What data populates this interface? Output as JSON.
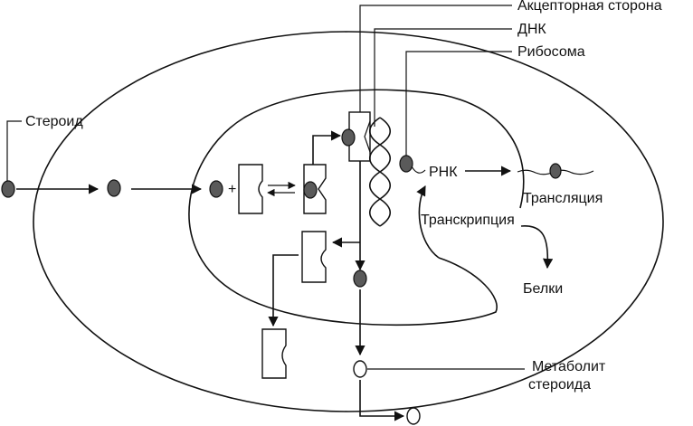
{
  "labels": {
    "acceptor_side": "Акцепторная сторона",
    "dna": "ДНК",
    "ribosome": "Рибосома",
    "steroid": "Стероид",
    "rna": "РНК",
    "translation": "Трансляция",
    "transcription": "Транскрипция",
    "proteins": "Белки",
    "metabolite_line1": "Метаболит",
    "metabolite_line2": "стероида",
    "plus": "+"
  }
}
